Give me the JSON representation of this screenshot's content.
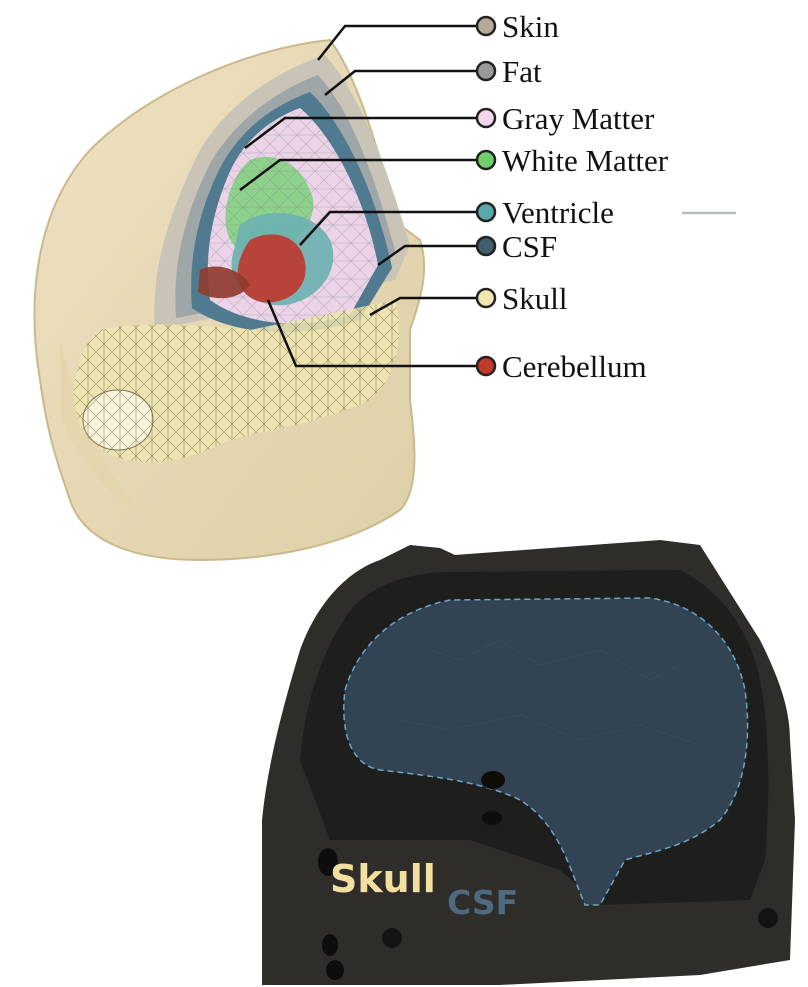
{
  "model_legend": [
    {
      "label": "Skin",
      "color": "#b7aa98"
    },
    {
      "label": "Fat",
      "color": "#9a9a9a"
    },
    {
      "label": "Gray Matter",
      "color": "#f2d6ea"
    },
    {
      "label": "White Matter",
      "color": "#6fcf6a"
    },
    {
      "label": "Ventricle",
      "color": "#5aa8a8"
    },
    {
      "label": "CSF",
      "color": "#3f5f6e"
    },
    {
      "label": "Skull",
      "color": "#f0e6b0"
    },
    {
      "label": "Cerebellum",
      "color": "#c0392b"
    }
  ],
  "photo_labels": {
    "skull": "Skull",
    "csf": "CSF",
    "skull_color": "#f3e0a0",
    "csf_color": "#4d6a80"
  }
}
